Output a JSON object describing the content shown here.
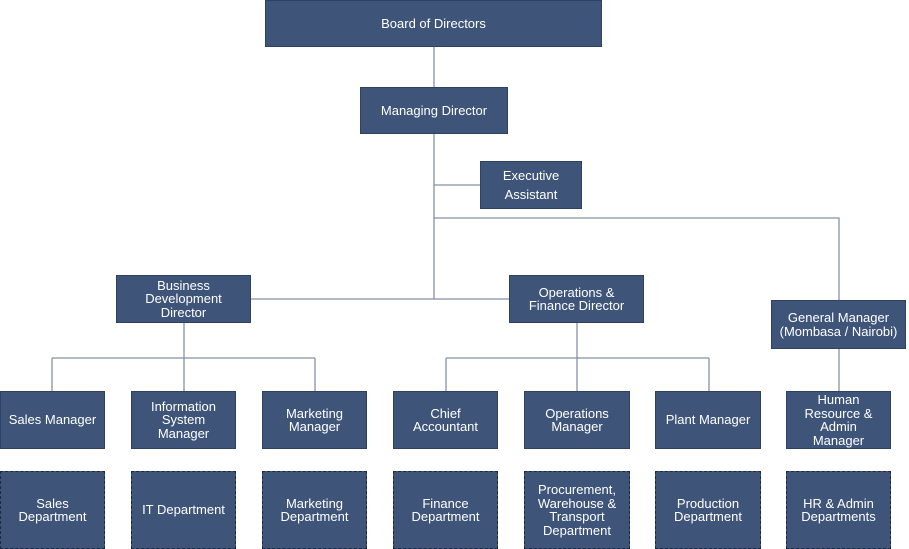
{
  "nodes": {
    "board": "Board of Directors",
    "md": "Managing Director",
    "ea": "Executive\nAssistant",
    "bdd": "Business\nDevelopment\nDirector",
    "ofd": "Operations &\nFinance Director",
    "gm": "General Manager\n(Mombasa / Nairobi)",
    "sales_mgr": "Sales Manager",
    "is_mgr": "Information\nSystem\nManager",
    "mkt_mgr": "Marketing\nManager",
    "chief_acct": "Chief\nAccountant",
    "ops_mgr": "Operations\nManager",
    "plant_mgr": "Plant Manager",
    "hr_mgr": "Human\nResource &\nAdmin\nManager"
  },
  "departments": {
    "sales": "Sales\nDepartment",
    "it": "IT Department",
    "marketing": "Marketing\nDepartment",
    "finance": "Finance\nDepartment",
    "procurement": "Procurement,\nWarehouse &\nTransport\nDepartment",
    "production": "Production\nDepartment",
    "hr": "HR & Admin\nDepartments"
  },
  "colors": {
    "box_fill": "#3e5479",
    "connector": "#8591a8"
  }
}
